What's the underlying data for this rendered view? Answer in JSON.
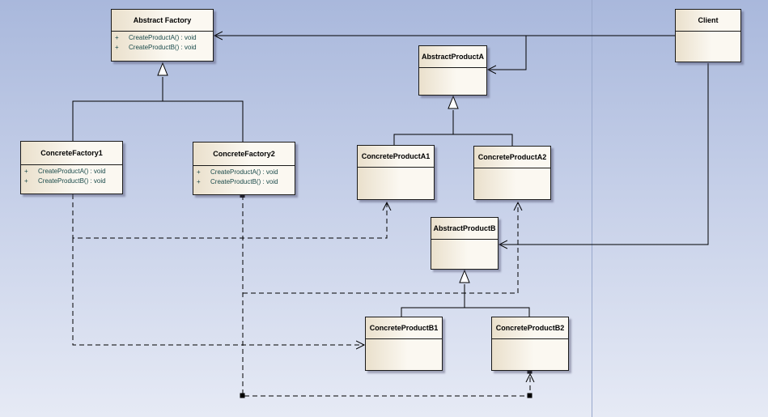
{
  "diagram": {
    "classes": {
      "abstract_factory": {
        "name": "Abstract Factory",
        "operations": [
          {
            "visibility": "+",
            "signature": "CreateProductA() : void"
          },
          {
            "visibility": "+",
            "signature": "CreateProductB() : void"
          }
        ]
      },
      "concrete_factory1": {
        "name": "ConcreteFactory1",
        "operations": [
          {
            "visibility": "+",
            "signature": "CreateProductA() : void"
          },
          {
            "visibility": "+",
            "signature": "CreateProductB() : void"
          }
        ]
      },
      "concrete_factory2": {
        "name": "ConcreteFactory2",
        "operations": [
          {
            "visibility": "+",
            "signature": "CreateProductA() : void"
          },
          {
            "visibility": "+",
            "signature": "CreateProductB() : void"
          }
        ]
      },
      "abstract_product_a": {
        "name": "AbstractProductA"
      },
      "concrete_product_a1": {
        "name": "ConcreteProductA1"
      },
      "concrete_product_a2": {
        "name": "ConcreteProductA2"
      },
      "abstract_product_b": {
        "name": "AbstractProductB"
      },
      "concrete_product_b1": {
        "name": "ConcreteProductB1"
      },
      "concrete_product_b2": {
        "name": "ConcreteProductB2"
      },
      "client": {
        "name": "Client"
      }
    },
    "relations": [
      {
        "type": "generalization",
        "from": "ConcreteFactory1",
        "to": "Abstract Factory"
      },
      {
        "type": "generalization",
        "from": "ConcreteFactory2",
        "to": "Abstract Factory"
      },
      {
        "type": "generalization",
        "from": "ConcreteProductA1",
        "to": "AbstractProductA"
      },
      {
        "type": "generalization",
        "from": "ConcreteProductA2",
        "to": "AbstractProductA"
      },
      {
        "type": "generalization",
        "from": "ConcreteProductB1",
        "to": "AbstractProductB"
      },
      {
        "type": "generalization",
        "from": "ConcreteProductB2",
        "to": "AbstractProductB"
      },
      {
        "type": "association",
        "from": "Client",
        "to": "Abstract Factory"
      },
      {
        "type": "association",
        "from": "Client",
        "to": "AbstractProductA"
      },
      {
        "type": "association",
        "from": "Client",
        "to": "AbstractProductB"
      },
      {
        "type": "dependency",
        "from": "ConcreteFactory1",
        "to": "ConcreteProductA1"
      },
      {
        "type": "dependency",
        "from": "ConcreteFactory1",
        "to": "ConcreteProductB1"
      },
      {
        "type": "dependency",
        "from": "ConcreteFactory2",
        "to": "ConcreteProductA2"
      },
      {
        "type": "dependency",
        "from": "ConcreteFactory2",
        "to": "ConcreteProductB2"
      }
    ]
  }
}
